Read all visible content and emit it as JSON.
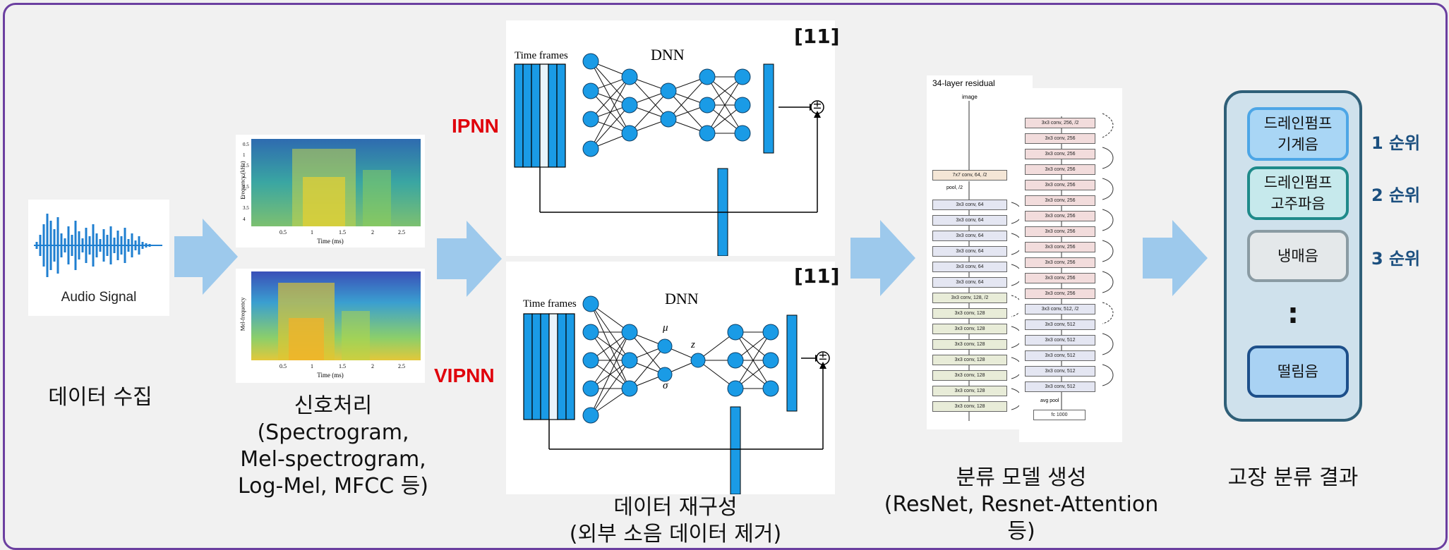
{
  "stages": {
    "collection": {
      "label": "데이터 수집",
      "audio_caption": "Audio Signal"
    },
    "signal": {
      "label_lines": [
        "신호처리",
        "(Spectrogram,",
        "Mel-spectrogram,",
        "Log-Mel, MFCC 등)"
      ],
      "spec1": {
        "xlabel": "Time (ms)",
        "ylabel": "Frequency (kHz)",
        "xticks": [
          "0.5",
          "1",
          "1.5",
          "2",
          "2.5"
        ],
        "yticks": [
          "0.5",
          "1",
          "1.5",
          "2",
          "2.5",
          "3",
          "3.5",
          "4"
        ]
      },
      "spec2": {
        "xlabel": "Time (ms)",
        "ylabel": "Mel-frequency",
        "xticks": [
          "0.5",
          "1",
          "1.5",
          "2",
          "2.5"
        ]
      }
    },
    "reconstruct": {
      "label_lines": [
        "데이터 재구성",
        "(외부 소음 데이터 제거)"
      ],
      "ipnn": {
        "name": "IPNN",
        "ref": "[11]",
        "title": "DNN",
        "input_label": "Time frames",
        "op": "±"
      },
      "vipnn": {
        "name": "VIPNN",
        "ref": "[11]",
        "title": "DNN",
        "input_label": "Time frames",
        "mu": "μ",
        "sigma": "σ",
        "z": "z",
        "op": "±"
      }
    },
    "model": {
      "label_lines": [
        "분류 모델 생성",
        "(ResNet, Resnet-Attention",
        "등)"
      ],
      "resnet_title": "34-layer residual",
      "image_label": "image",
      "col1": [
        "7x7 conv, 64, /2",
        "pool, /2",
        "3x3 conv, 64",
        "3x3 conv, 64",
        "3x3 conv, 64",
        "3x3 conv, 64",
        "3x3 conv, 64",
        "3x3 conv, 64",
        "3x3 conv, 128, /2",
        "3x3 conv, 128",
        "3x3 conv, 128",
        "3x3 conv, 128",
        "3x3 conv, 128",
        "3x3 conv, 128",
        "3x3 conv, 128",
        "3x3 conv, 128"
      ],
      "col2": [
        "3x3 conv, 256, /2",
        "3x3 conv, 256",
        "3x3 conv, 256",
        "3x3 conv, 256",
        "3x3 conv, 256",
        "3x3 conv, 256",
        "3x3 conv, 256",
        "3x3 conv, 256",
        "3x3 conv, 256",
        "3x3 conv, 256",
        "3x3 conv, 256",
        "3x3 conv, 256",
        "3x3 conv, 512, /2",
        "3x3 conv, 512",
        "3x3 conv, 512",
        "3x3 conv, 512",
        "3x3 conv, 512",
        "3x3 conv, 512"
      ],
      "avg_pool": "avg pool",
      "fc": "fc 1000"
    },
    "result": {
      "label": "고장 분류 결과",
      "items": [
        {
          "text_lines": [
            "드레인펌프",
            "기계음"
          ],
          "rank": "1 순위",
          "fill": "#a9d6f5",
          "border": "#4da6e6"
        },
        {
          "text_lines": [
            "드레인펌프",
            "고주파음"
          ],
          "rank": "2 순위",
          "fill": "#c6e9ec",
          "border": "#1f8a8a"
        },
        {
          "text_lines": [
            "냉매음"
          ],
          "rank": "3 순위",
          "fill": "#e4e8ea",
          "border": "#8a9ba3"
        },
        {
          "text_lines": [
            "떨림음"
          ],
          "rank": "",
          "fill": "#a9d2f3",
          "border": "#1d4f8a"
        }
      ],
      "ellipsis": ":"
    }
  },
  "colors": {
    "frame": "#6b3fa0",
    "arrow": "#9dc9ec",
    "network": "#1a9be6",
    "red_label": "#e0000b"
  }
}
